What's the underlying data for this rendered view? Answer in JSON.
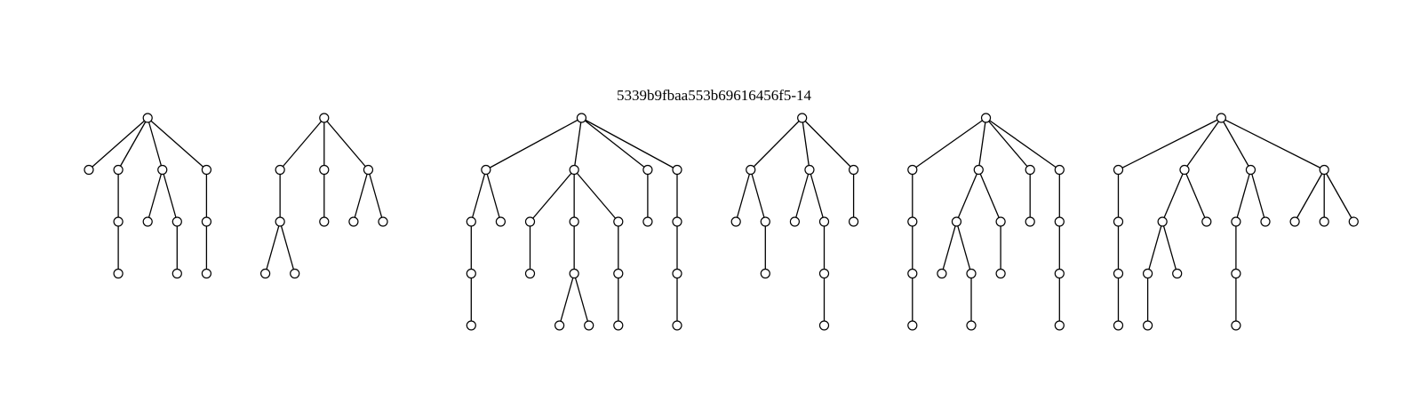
{
  "title": "5339b9fbaa553b69616456f5-14",
  "colors": {
    "stroke": "#000000",
    "node_fill": "#ffffff",
    "background": "#ffffff"
  },
  "forest": [
    {
      "id": "tree-1",
      "children": [
        {
          "children": []
        },
        {
          "children": [
            {
              "children": [
                {
                  "children": []
                }
              ]
            }
          ]
        },
        {
          "children": [
            {
              "children": []
            },
            {
              "children": [
                {
                  "children": []
                }
              ]
            }
          ]
        },
        {
          "children": [
            {
              "children": [
                {
                  "children": []
                }
              ]
            }
          ]
        }
      ]
    },
    {
      "id": "tree-2",
      "children": [
        {
          "children": [
            {
              "children": [
                {
                  "children": []
                },
                {
                  "children": []
                }
              ]
            }
          ]
        },
        {
          "children": [
            {
              "children": []
            }
          ]
        },
        {
          "children": [
            {
              "children": []
            },
            {
              "children": []
            }
          ]
        }
      ]
    },
    {
      "id": "tree-3",
      "children": [
        {
          "children": [
            {
              "children": [
                {
                  "children": [
                    {
                      "children": []
                    }
                  ]
                }
              ]
            },
            {
              "children": []
            }
          ]
        },
        {
          "children": [
            {
              "children": [
                {
                  "children": []
                }
              ]
            },
            {
              "children": [
                {
                  "children": [
                    {
                      "children": []
                    },
                    {
                      "children": []
                    }
                  ]
                }
              ]
            },
            {
              "children": [
                {
                  "children": [
                    {
                      "children": []
                    }
                  ]
                }
              ]
            }
          ]
        },
        {
          "children": [
            {
              "children": []
            }
          ]
        },
        {
          "children": [
            {
              "children": [
                {
                  "children": [
                    {
                      "children": []
                    }
                  ]
                }
              ]
            }
          ]
        }
      ]
    },
    {
      "id": "tree-4",
      "children": [
        {
          "children": [
            {
              "children": []
            },
            {
              "children": [
                {
                  "children": []
                }
              ]
            }
          ]
        },
        {
          "children": [
            {
              "children": []
            },
            {
              "children": [
                {
                  "children": [
                    {
                      "children": []
                    }
                  ]
                }
              ]
            }
          ]
        },
        {
          "children": [
            {
              "children": []
            }
          ]
        }
      ]
    },
    {
      "id": "tree-5",
      "children": [
        {
          "children": [
            {
              "children": [
                {
                  "children": [
                    {
                      "children": []
                    }
                  ]
                }
              ]
            }
          ]
        },
        {
          "children": [
            {
              "children": [
                {
                  "children": []
                },
                {
                  "children": [
                    {
                      "children": []
                    }
                  ]
                }
              ]
            },
            {
              "children": [
                {
                  "children": []
                }
              ]
            }
          ]
        },
        {
          "children": [
            {
              "children": []
            }
          ]
        },
        {
          "children": [
            {
              "children": [
                {
                  "children": [
                    {
                      "children": []
                    }
                  ]
                }
              ]
            }
          ]
        }
      ]
    },
    {
      "id": "tree-6",
      "children": [
        {
          "children": [
            {
              "children": [
                {
                  "children": [
                    {
                      "children": []
                    }
                  ]
                }
              ]
            }
          ]
        },
        {
          "children": [
            {
              "children": [
                {
                  "children": [
                    {
                      "children": []
                    }
                  ]
                },
                {
                  "children": []
                }
              ]
            },
            {
              "children": []
            }
          ]
        },
        {
          "children": [
            {
              "children": [
                {
                  "children": [
                    {
                      "children": []
                    }
                  ]
                }
              ]
            },
            {
              "children": []
            }
          ]
        },
        {
          "children": [
            {
              "children": []
            },
            {
              "children": []
            },
            {
              "children": []
            }
          ]
        }
      ]
    },
    {
      "id": "tree-7",
      "children": [
        {
          "children": [
            {
              "children": [
                {
                  "children": []
                }
              ]
            }
          ]
        },
        {
          "children": [
            {
              "children": [
                {
                  "children": [
                    {
                      "children": []
                    }
                  ]
                }
              ]
            },
            {
              "children": [
                {
                  "children": []
                }
              ]
            }
          ]
        },
        {
          "children": [
            {
              "children": []
            }
          ]
        },
        {
          "children": [
            {
              "children": []
            },
            {
              "children": []
            }
          ]
        }
      ]
    },
    {
      "id": "tree-8",
      "children": [
        {
          "children": []
        },
        {
          "children": [
            {
              "children": [
                {
                  "children": []
                }
              ]
            }
          ]
        },
        {
          "children": []
        },
        {
          "children": [
            {
              "children": [
                {
                  "children": []
                }
              ]
            }
          ]
        }
      ]
    }
  ]
}
